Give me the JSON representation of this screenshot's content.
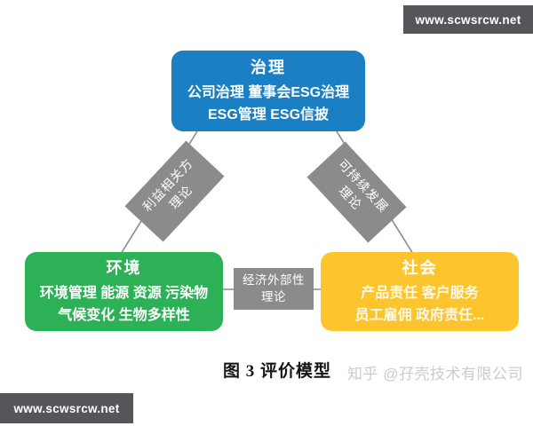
{
  "watermarks": {
    "top_right": "www.scwsrcw.net",
    "bottom_left": "www.scwsrcw.net",
    "zhihu": "知乎 @孖壳技术有限公司"
  },
  "caption": "图 3  评价模型",
  "diagram": {
    "line_color": "#7d8f91",
    "edge_label_color": "#8b8b8b",
    "nodes": [
      {
        "id": "governance",
        "title": "治理",
        "line1": "公司治理 董事会ESG治理",
        "line2": "ESG管理 ESG信披",
        "color": "#1b7fc3"
      },
      {
        "id": "environment",
        "title": "环境",
        "line1": "环境管理 能源 资源 污染物",
        "line2": "气候变化 生物多样性",
        "color": "#2cb157"
      },
      {
        "id": "society",
        "title": "社会",
        "line1": "产品责任 客户服务",
        "line2": "员工雇佣 政府责任...",
        "color": "#fcc42d"
      }
    ],
    "edges": [
      {
        "between": "governance-environment",
        "label_line1": "利益相关方",
        "label_line2": "理论"
      },
      {
        "between": "governance-society",
        "label_line1": "可持续发展",
        "label_line2": "理论"
      },
      {
        "between": "environment-society",
        "label_line1": "经济外部性",
        "label_line2": "理论"
      }
    ]
  }
}
